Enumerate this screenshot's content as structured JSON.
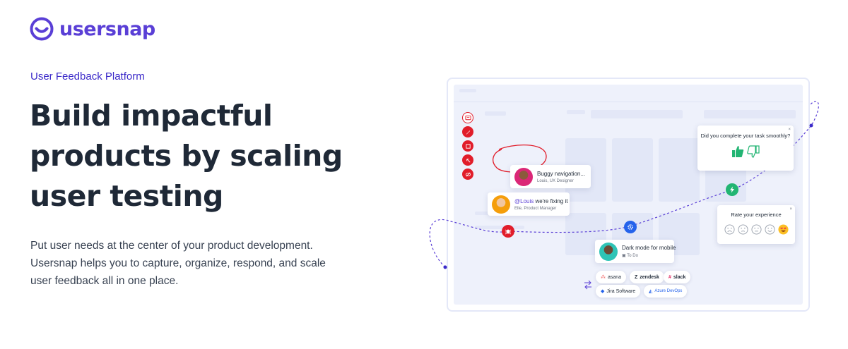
{
  "brand": {
    "name": "usersnap",
    "color": "#5a3fd6",
    "logo_icon": "usersnap-logo-icon"
  },
  "hero": {
    "eyebrow": "User Feedback Platform",
    "headline": [
      "Build impactful",
      "products by scaling",
      "user testing"
    ],
    "body": [
      "Put user needs at the center of your product development.",
      "Usersnap helps you to capture, organize, respond, and scale",
      "user feedback all in one place."
    ]
  },
  "illustration": {
    "toolbar": [
      "comment-icon",
      "pen-icon",
      "rectangle-icon",
      "arrow-icon",
      "blur-icon"
    ],
    "comment1": {
      "title": "Buggy navigation...",
      "author": "Louis, UX Designer"
    },
    "comment2": {
      "mention": "@Louis",
      "title": " we're fixing it",
      "author": "Elle, Product Manager"
    },
    "comment3": {
      "title": "Dark mode for mobile",
      "status": "To Do"
    },
    "survey1": {
      "question": "Did you complete your task smoothly?",
      "close": "×"
    },
    "survey2": {
      "question": "Rate your experience",
      "close": "×"
    },
    "integrations": [
      "asana",
      "zendesk",
      "slack",
      "Jira Software",
      "Azure DevOps"
    ],
    "colors": {
      "accent": "#5a3fd6",
      "bug": "#e11d2a",
      "green": "#22b573",
      "blue": "#2563eb"
    }
  }
}
